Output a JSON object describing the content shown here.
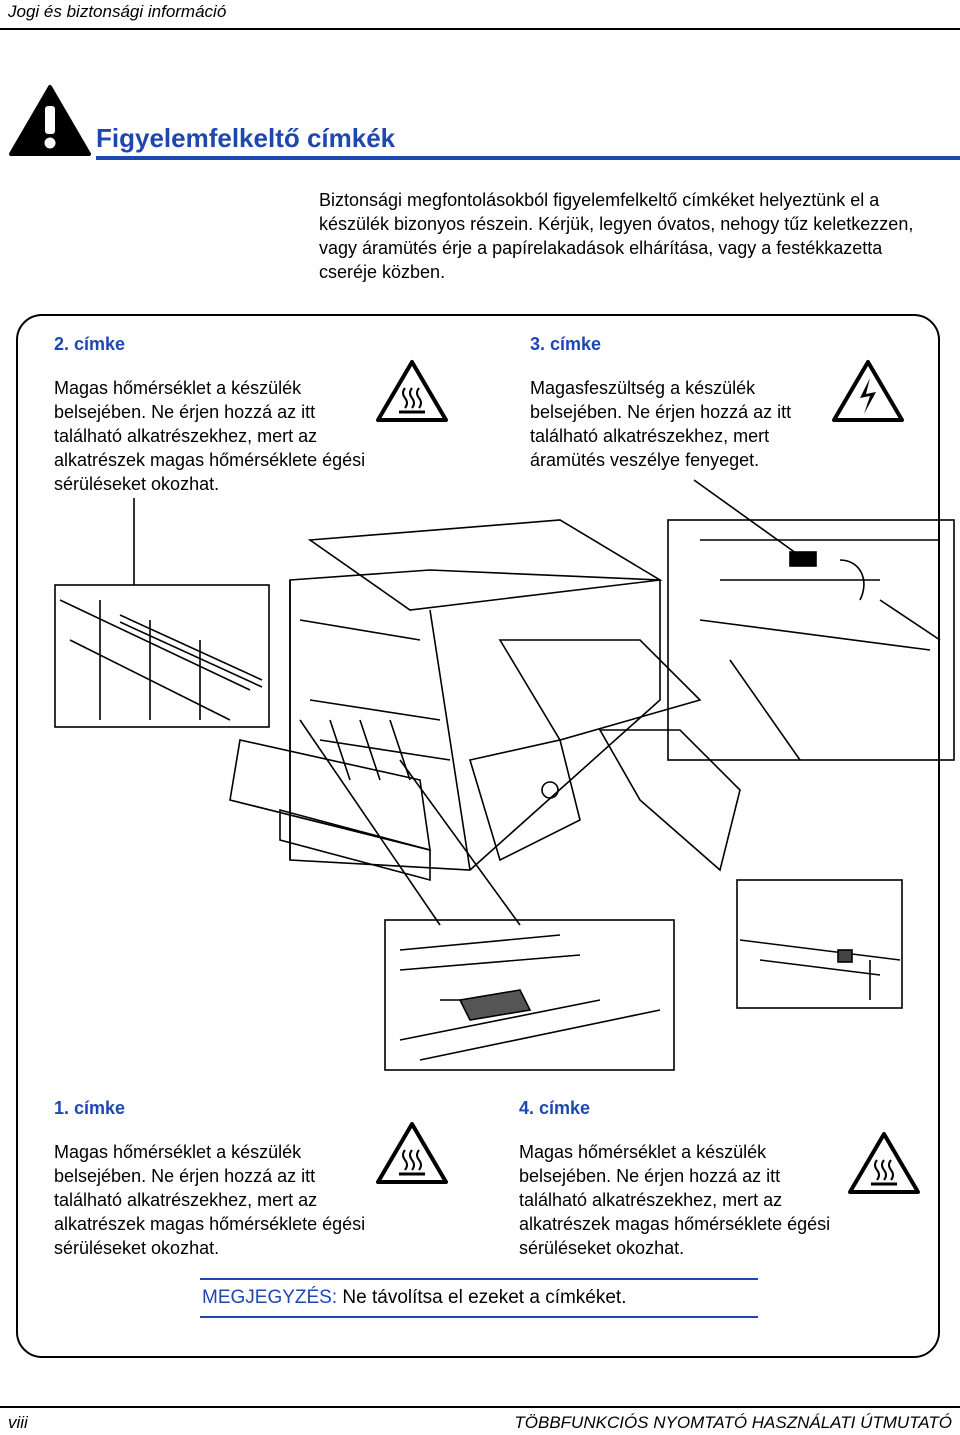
{
  "header": {
    "section_title": "Jogi és biztonsági információ"
  },
  "page": {
    "heading": "Figyelemfelkeltő címkék",
    "intro_lines": [
      "Biztonsági megfontolásokból figyelemfelkeltő címkéket helyeztünk el a",
      "készülék bizonyos részein. Kérjük, legyen óvatos, nehogy tűz keletkezzen,",
      "vagy áramütés érje a papírelakadások elhárítása, vagy a festékkazetta",
      "cseréje közben."
    ]
  },
  "labels": {
    "label2": {
      "title": "2. címke",
      "lines": [
        "Magas hőmérséklet a készülék",
        "belsejében. Ne érjen hozzá az itt",
        "található alkatrészekhez, mert az",
        "alkatrészek magas hőmérséklete égési",
        "sérüléseket okozhat."
      ],
      "icon": "hot-surface-warning-icon"
    },
    "label3": {
      "title": "3. címke",
      "lines": [
        "Magasfeszültség a készülék",
        "belsejében. Ne érjen hozzá az itt",
        "található alkatrészekhez, mert",
        "áramütés veszélye fenyeget."
      ],
      "icon": "high-voltage-warning-icon"
    },
    "label1": {
      "title": "1. címke",
      "lines": [
        "Magas hőmérséklet a készülék",
        "belsejében. Ne érjen hozzá az itt",
        "található alkatrészekhez, mert az",
        "alkatrészek magas hőmérséklete égési",
        "sérüléseket okozhat."
      ],
      "icon": "hot-surface-warning-icon"
    },
    "label4": {
      "title": "4. címke",
      "lines": [
        "Magas hőmérséklet a készülék",
        "belsejében. Ne érjen hozzá az itt",
        "található alkatrészekhez, mert az",
        "alkatrészek magas hőmérséklete égési",
        "sérüléseket okozhat."
      ],
      "icon": "hot-surface-warning-icon"
    }
  },
  "note": {
    "keyword": "MEGJEGYZÉS:",
    "text": " Ne távolítsa el ezeket a címkéket."
  },
  "footer": {
    "page_number": "viii",
    "manual_title": "TÖBBFUNKCIÓS NYOMTATÓ HASZNÁLATI ÚTMUTATÓ"
  },
  "colors": {
    "accent": "#1f47b2",
    "text": "#000000"
  }
}
